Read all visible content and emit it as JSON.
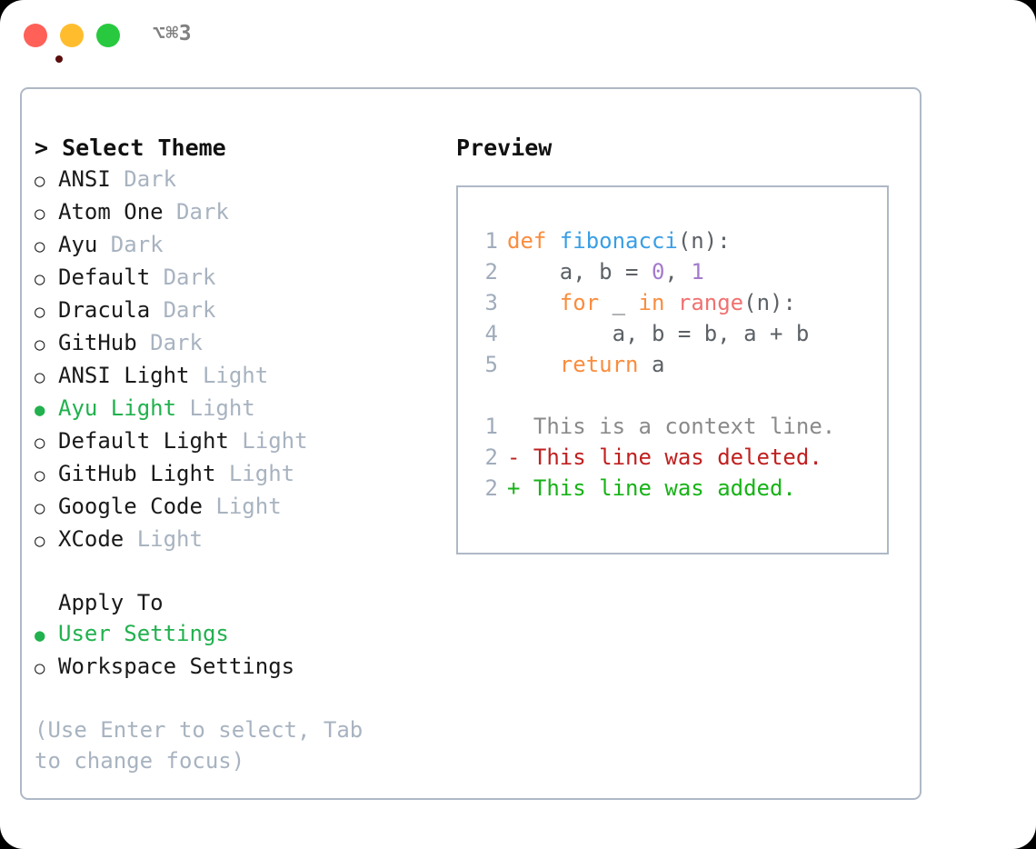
{
  "titlebar": {
    "shortcut": "⌥⌘3",
    "traffic_lights": [
      {
        "name": "close",
        "color": "#ff6058"
      },
      {
        "name": "minimize",
        "color": "#ffbd2e"
      },
      {
        "name": "maximize",
        "color": "#28c93f"
      }
    ]
  },
  "theme_section": {
    "header": "> Select Theme",
    "items": [
      {
        "marker": "○",
        "label": "ANSI",
        "badge": "Dark",
        "selected": false
      },
      {
        "marker": "○",
        "label": "Atom One",
        "badge": "Dark",
        "selected": false
      },
      {
        "marker": "○",
        "label": "Ayu",
        "badge": "Dark",
        "selected": false
      },
      {
        "marker": "○",
        "label": "Default",
        "badge": "Dark",
        "selected": false
      },
      {
        "marker": "○",
        "label": "Dracula",
        "badge": "Dark",
        "selected": false
      },
      {
        "marker": "○",
        "label": "GitHub",
        "badge": "Dark",
        "selected": false
      },
      {
        "marker": "○",
        "label": "ANSI Light",
        "badge": "Light",
        "selected": false
      },
      {
        "marker": "●",
        "label": "Ayu Light",
        "badge": "Light",
        "selected": true
      },
      {
        "marker": "○",
        "label": "Default Light",
        "badge": "Light",
        "selected": false
      },
      {
        "marker": "○",
        "label": "GitHub Light",
        "badge": "Light",
        "selected": false
      },
      {
        "marker": "○",
        "label": "Google Code",
        "badge": "Light",
        "selected": false
      },
      {
        "marker": "○",
        "label": "XCode",
        "badge": "Light",
        "selected": false
      }
    ]
  },
  "apply_to_section": {
    "header": "Apply To",
    "items": [
      {
        "marker": "●",
        "label": "User Settings",
        "selected": true
      },
      {
        "marker": "○",
        "label": "Workspace Settings",
        "selected": false
      }
    ]
  },
  "hint": "(Use Enter to select, Tab to change focus)",
  "preview": {
    "title": "Preview",
    "code_lines": [
      {
        "no": "1",
        "tokens": [
          {
            "t": "def ",
            "c": "kw"
          },
          {
            "t": "fibonacci",
            "c": "fn"
          },
          {
            "t": "(n):",
            "c": "txt"
          }
        ]
      },
      {
        "no": "2",
        "tokens": [
          {
            "t": "    a, b = ",
            "c": "txt"
          },
          {
            "t": "0",
            "c": "num"
          },
          {
            "t": ", ",
            "c": "txt"
          },
          {
            "t": "1",
            "c": "num"
          }
        ]
      },
      {
        "no": "3",
        "tokens": [
          {
            "t": "    ",
            "c": "txt"
          },
          {
            "t": "for",
            "c": "kw"
          },
          {
            "t": " _ ",
            "c": "txt"
          },
          {
            "t": "in",
            "c": "kw"
          },
          {
            "t": " ",
            "c": "txt"
          },
          {
            "t": "range",
            "c": "call"
          },
          {
            "t": "(n):",
            "c": "txt"
          }
        ]
      },
      {
        "no": "4",
        "tokens": [
          {
            "t": "        a, b = b, a + b",
            "c": "txt"
          }
        ]
      },
      {
        "no": "5",
        "tokens": [
          {
            "t": "    ",
            "c": "txt"
          },
          {
            "t": "return",
            "c": "kw"
          },
          {
            "t": " a",
            "c": "txt"
          }
        ]
      }
    ],
    "diff_lines": [
      {
        "no": "1",
        "text": "  This is a context line.",
        "kind": "context"
      },
      {
        "no": "2",
        "text": "- This line was deleted.",
        "kind": "del"
      },
      {
        "no": "2",
        "text": "+ This line was added.",
        "kind": "add"
      }
    ]
  },
  "colors": {
    "selected_green": "#21b14e",
    "badge_gray": "#a8b3c0",
    "border": "#aeb8c6",
    "keyword_orange": "#fa8d3e",
    "function_blue": "#399ee6",
    "number_purple": "#a37acc",
    "call_red": "#f07171",
    "diff_del_red": "#c02020",
    "diff_add_green": "#17b317"
  }
}
